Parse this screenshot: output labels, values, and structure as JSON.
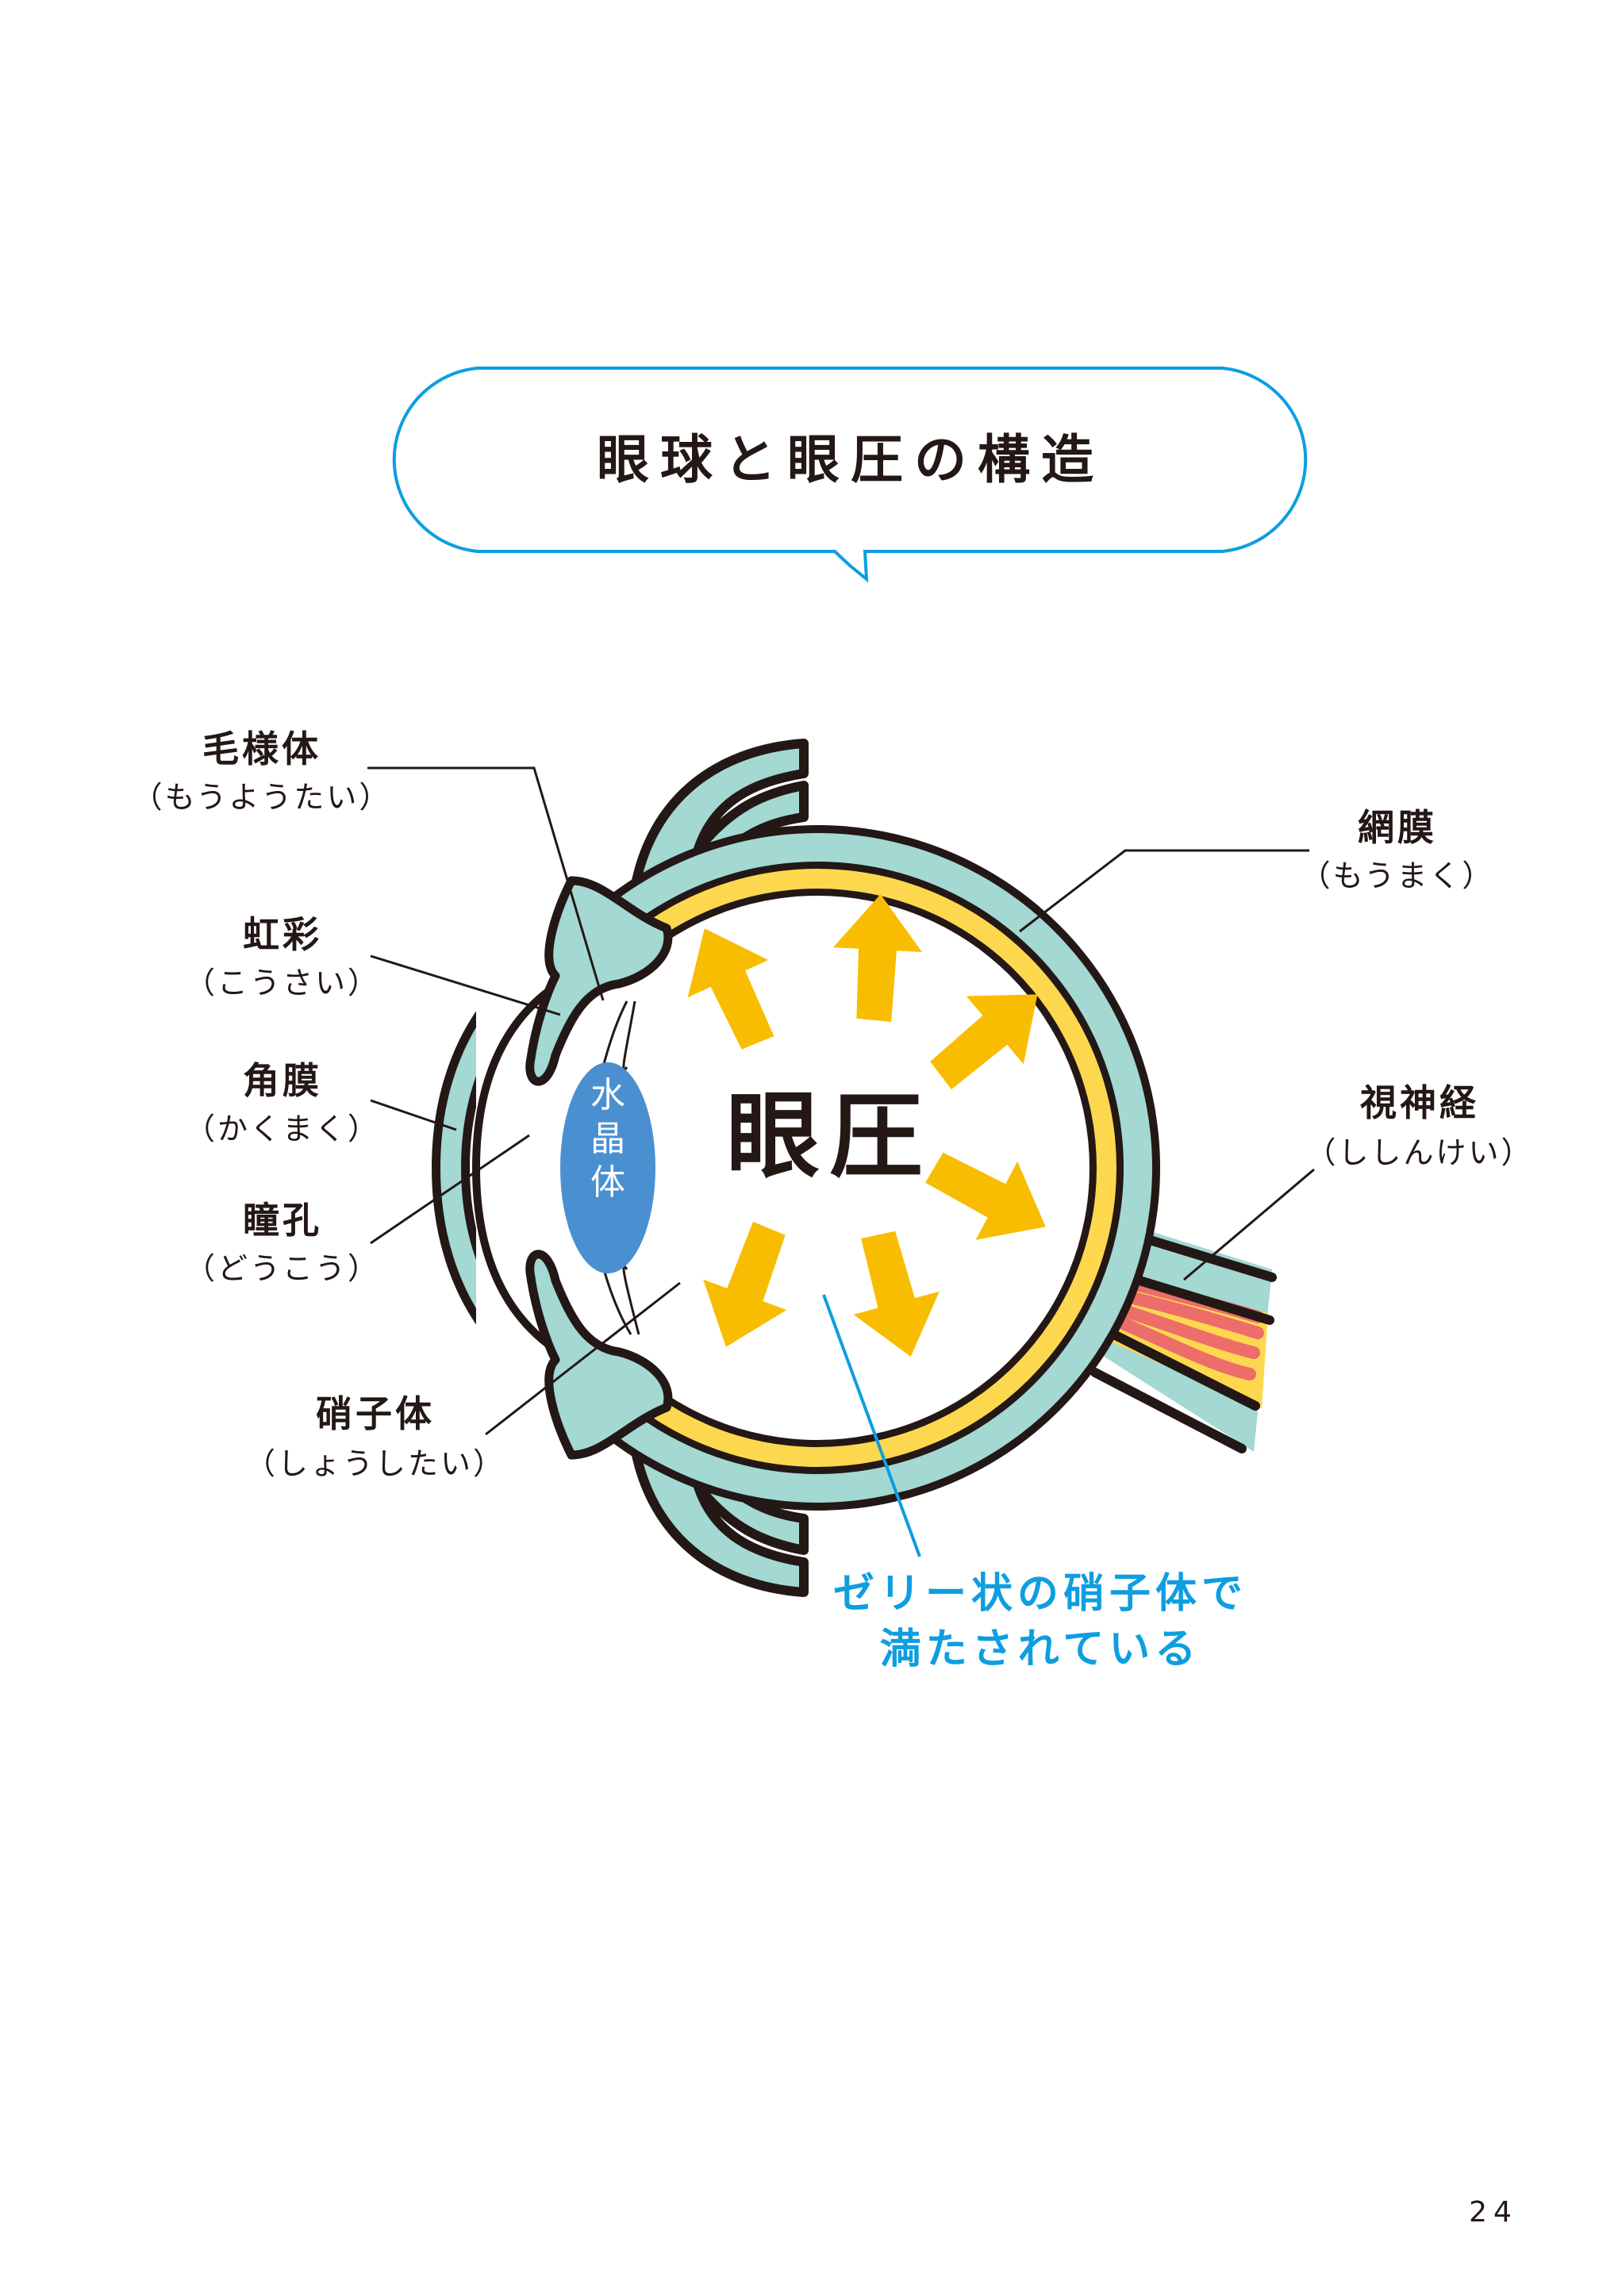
{
  "title": "眼球と眼圧の構造",
  "center_label": "眼圧",
  "lens_label": [
    "水",
    "晶",
    "体"
  ],
  "labels": {
    "ciliary": {
      "name": "毛様体",
      "reading": "（もうようたい）"
    },
    "iris": {
      "name": "虹彩",
      "reading": "（こうさい）"
    },
    "cornea": {
      "name": "角膜",
      "reading": "（かくまく）"
    },
    "pupil": {
      "name": "瞳孔",
      "reading": "（どうこう）"
    },
    "vitreous": {
      "name": "硝子体",
      "reading": "（しょうしたい）"
    },
    "retina": {
      "name": "網膜",
      "reading": "（もうまく）"
    },
    "optic_nerve": {
      "name": "視神経",
      "reading": "（ししんけい）"
    }
  },
  "caption": {
    "line1": "ゼリー状の硝子体で",
    "line2": "満たされている"
  },
  "page_number": "24",
  "colors": {
    "accent_blue": "#0e9ee0",
    "teal": "#a3d8d3",
    "yellow": "#fdd84f",
    "arrow": "#f8bd00",
    "lens": "#4a90d0",
    "nerve": "#ec6d6a",
    "ink": "#231815"
  }
}
